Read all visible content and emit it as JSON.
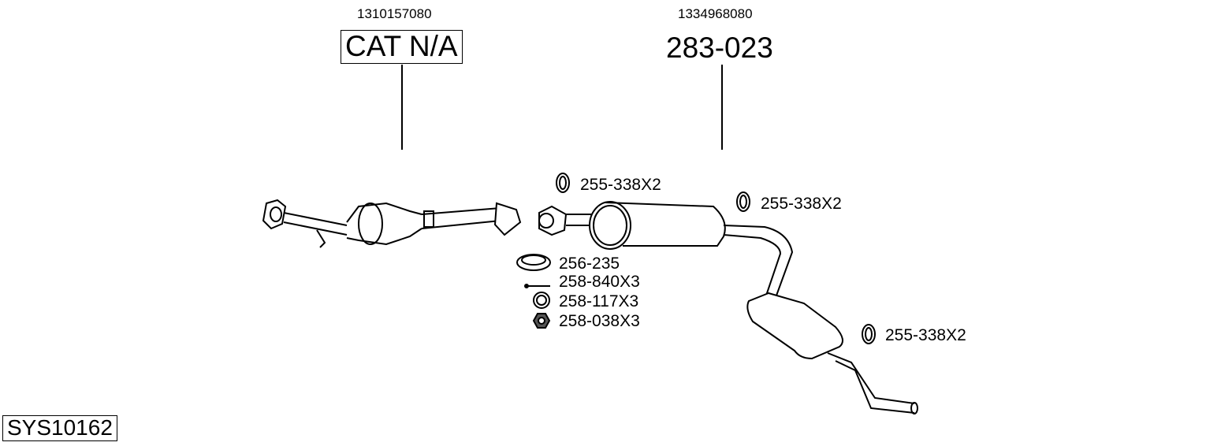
{
  "system_id": "SYS10162",
  "parts": [
    {
      "oe_number": "1310157080",
      "part_number": "CAT N/A"
    },
    {
      "oe_number": "1334968080",
      "part_number": "283-023"
    }
  ],
  "accessories": [
    {
      "label": "255-338X2",
      "icon": "rubber-ring-icon"
    },
    {
      "label": "255-338X2",
      "icon": "rubber-ring-icon"
    },
    {
      "label": "255-338X2",
      "icon": "rubber-ring-icon"
    },
    {
      "label": "256-235",
      "icon": "gasket-icon"
    },
    {
      "label": "258-840X3",
      "icon": "bolt-icon"
    },
    {
      "label": "258-117X3",
      "icon": "washer-icon"
    },
    {
      "label": "258-038X3",
      "icon": "nut-icon"
    }
  ]
}
